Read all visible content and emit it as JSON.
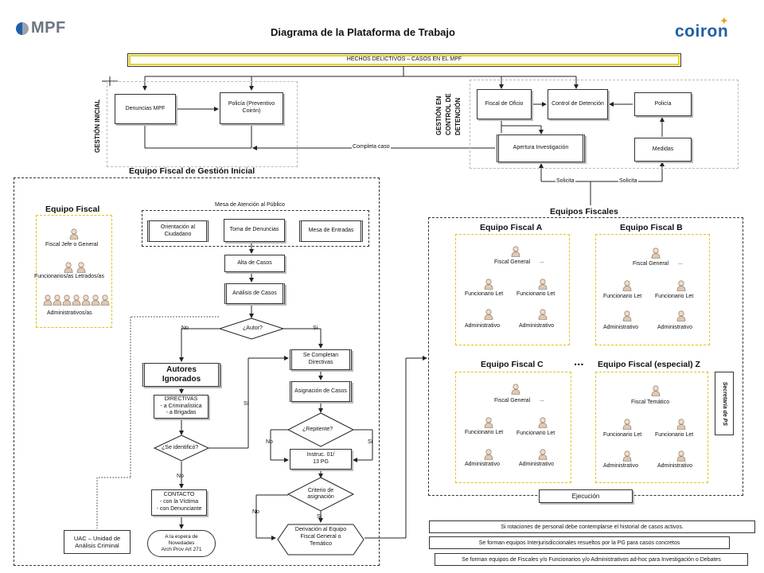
{
  "header": {
    "title": "Diagrama de la Plataforma de Trabajo",
    "logo_left": "MPF",
    "logo_right": "COIRON"
  },
  "top_banner": "HECHOS DELICTIVOS – CASOS EN EL MPF",
  "gestion_inicial": {
    "side_label": "GESTIÓN INICIAL",
    "denuncias": "Denuncias MPF",
    "policia": "Policía (Preventivo Coirón)",
    "completa_caso": "Completa caso"
  },
  "control_detencion": {
    "side_label_1": "GESTIÓN EN",
    "side_label_2": "CONTROL DE",
    "side_label_3": "DETENCIÓN",
    "fiscal_oficio": "Fiscal de Oficio",
    "control": "Control de Detención",
    "policia": "Policía",
    "apertura": "Apertura Investigación",
    "medidas": "Medidas",
    "solicita_1": "Solicita",
    "solicita_2": "Solicita"
  },
  "equipo_gestion": {
    "title": "Equipo Fiscal de Gestión Inicial",
    "equipo_fiscal_title": "Equipo Fiscal",
    "fiscal_jefe": "Fiscal Jefe o General",
    "funcionarios": "Funcionarios/as Letrados/as",
    "administrativos": "Administrativos/as",
    "mesa_title": "Mesa de Atención al Público",
    "orientacion": "Orientación al Ciudadano",
    "toma": "Toma de Denuncias",
    "mesa_entradas": "Mesa de Entradas",
    "alta": "Alta de Casos",
    "analisis": "Análisis de Casos",
    "autor": "¿Autor?",
    "no_1": "No",
    "si_1": "Si",
    "autores_ignorados": "Autores Ignorados",
    "directivas_title": "DIRECTIVAS",
    "directivas_1": "- a Criminalística",
    "directivas_2": "- a Brigadas",
    "si_2": "SI",
    "se_identifico": "¿Se identificó?",
    "no_2": "No",
    "contacto_title": "CONTACTO",
    "contacto_1": "- con la Víctima",
    "contacto_2": "- con Denunciante",
    "espera_1": "A la espera de",
    "espera_2": "Novedades",
    "espera_3": "Arch Prov Art 271",
    "uac_1": "UAC – Unidad de",
    "uac_2": "Análisis Criminal",
    "completan": "Se Completan Directivas",
    "asignacion": "Asignación de Casos",
    "repitente": "¿Repitente?",
    "no_3": "No",
    "si_3": "Si",
    "instruc_1": "Instruc. 01/",
    "instruc_2": "13 PG",
    "criterio": "Criterio de asignación",
    "no_4": "No",
    "si_4": "Si",
    "derivacion_1": "Derivación al Equipo",
    "derivacion_2": "Fiscal General o",
    "derivacion_3": "Temático"
  },
  "equipos_fiscales": {
    "title": "Equipos Fiscales",
    "equipo_a": "Equipo Fiscal A",
    "equipo_b": "Equipo Fiscal B",
    "equipo_c": "Equipo Fiscal C",
    "equipo_z": "Equipo Fiscal (especial) Z",
    "ellipsis": "...",
    "fiscal_general": "Fiscal General",
    "fiscal_tematico": "Fiscal Temático",
    "funcionario": "Funcionario Let",
    "administrativo": "Administrativo",
    "secretaria": "Secretaría de PS",
    "ejecucion": "Ejecución"
  },
  "notes": [
    "Si rotaciones de personal debe contemplarse el historial de casos activos.",
    "Se forman equipos Interjurisdiccionales resueltos por la PG para casos concretos",
    "Se forman equipos de Fiscales y/o Funcionarios y/o Administrativos ad-hoc para Investigación o Debates"
  ]
}
